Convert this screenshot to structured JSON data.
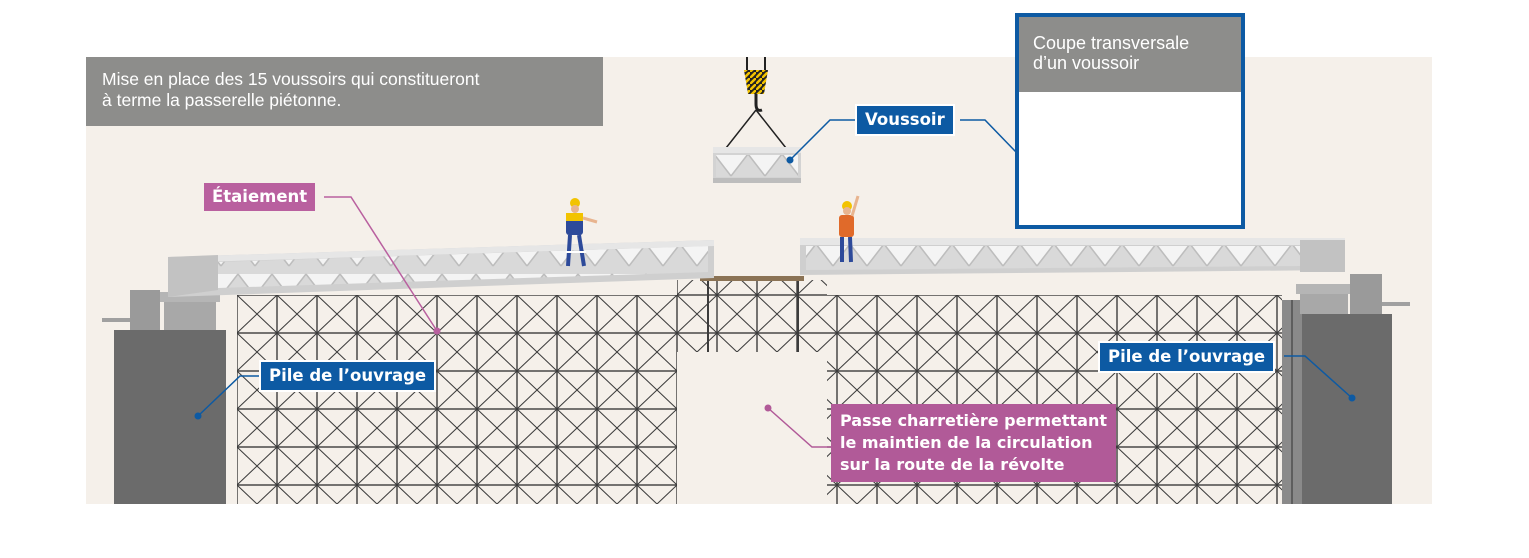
{
  "caption": {
    "line1": "Mise en place des 15 voussoirs qui constitueront",
    "line2": "à terme la passerelle piétonne."
  },
  "labels": {
    "etaiement": "Étaiement",
    "voussoir": "Voussoir",
    "pile_left": "Pile de l’ouvrage",
    "pile_right": "Pile de l’ouvrage",
    "passe_line1": "Passe charretière permettant",
    "passe_line2": "le maintien de la circulation",
    "passe_line3": "sur la route de la révolte"
  },
  "inset": {
    "title_line1": "Coupe transversale",
    "title_line2": "d’un voussoir"
  },
  "colors": {
    "background": "#f5f0ea",
    "caption_grey": "#8d8d8b",
    "callout_blue": "#0d5aa3",
    "callout_purple": "#b9609f",
    "pier_grey": "#6b6b6b",
    "scaffold": "#3c3c3c",
    "deck_grey": "#d6d6d6",
    "crane_yellow": "#f2c300"
  }
}
